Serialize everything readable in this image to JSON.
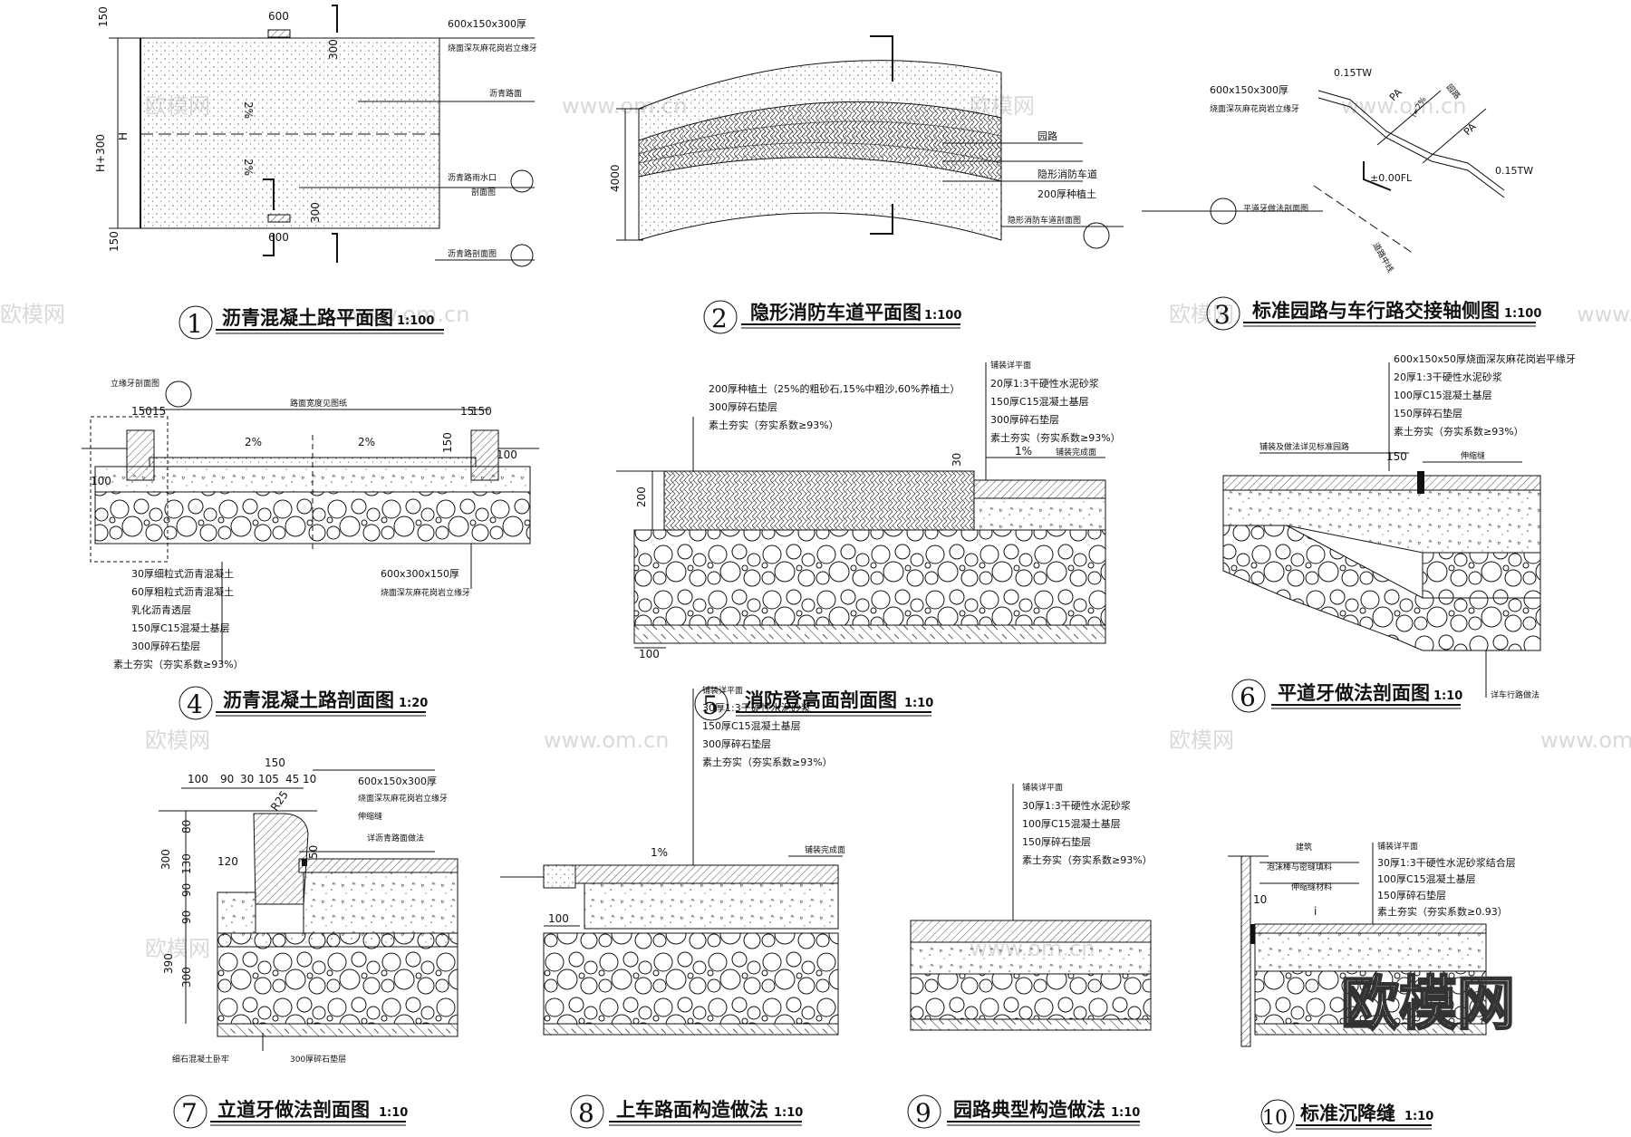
{
  "panels": [
    {
      "num": "1",
      "title": "沥青混凝土路平面图",
      "scale": "1:100",
      "labels": [
        "600x150x300厚",
        "烧面深灰麻花岗岩立缘牙",
        "沥青路面",
        "沥青路雨水口",
        "剖面图",
        "沥青路剖面图"
      ],
      "dims": [
        "150",
        "600",
        "300",
        "2%",
        "2%",
        "H+300",
        "H",
        "300",
        "600",
        "150"
      ]
    },
    {
      "num": "2",
      "title": "隐形消防车道平面图",
      "scale": "1:100",
      "labels": [
        "园路",
        "隐形消防车道",
        "200厚种植土",
        "隐形消防车道剖面图"
      ],
      "dims": [
        "4000"
      ]
    },
    {
      "num": "3",
      "title": "标准园路与车行路交接轴侧图",
      "scale": "1:100",
      "labels": [
        "600x150x300厚",
        "烧面深灰麻花岗岩立缘牙",
        "平道牙做法剖面图",
        "道路中线",
        "园路"
      ],
      "dims": [
        "0.15TW",
        "0.15TW",
        "±0.00FL",
        "i=2%",
        "PA",
        "PA"
      ]
    },
    {
      "num": "4",
      "title": "沥青混凝土路剖面图",
      "scale": "1:20",
      "labels": [
        "立缘牙剖面图",
        "路面宽度见图纸",
        "30厚细粒式沥青混凝土",
        "60厚粗粒式沥青混凝土",
        "乳化沥青透层",
        "150厚C15混凝土基层",
        "300厚碎石垫层",
        "素土夯实（夯实系数≥93%）",
        "600x300x150厚",
        "烧面深灰麻花岗岩立缘牙"
      ],
      "dims": [
        "150",
        "15",
        "2%",
        "2%",
        "15",
        "150",
        "150",
        "100",
        "100"
      ]
    },
    {
      "num": "5",
      "title": "消防登高面剖面图",
      "scale": "1:10",
      "labels": [
        "200厚种植土（25%的粗砂石,15%中粗沙,60%养植土）",
        "300厚碎石垫层",
        "素土夯实（夯实系数≥93%）",
        "铺装详平面",
        "20厚1:3干硬性水泥砂浆",
        "150厚C15混凝土基层",
        "300厚碎石垫层",
        "素土夯实（夯实系数≥93%）",
        "铺装完成面"
      ],
      "dims": [
        "200",
        "30",
        "1%",
        "100"
      ]
    },
    {
      "num": "6",
      "title": "平道牙做法剖面图",
      "scale": "1:10",
      "labels": [
        "600x150x50厚烧面深灰麻花岗岩平缘牙",
        "20厚1:3干硬性水泥砂浆",
        "100厚C15混凝土基层",
        "150厚碎石垫层",
        "素土夯实（夯实系数≥93%）",
        "铺装及做法详见标准园路",
        "伸缩缝",
        "详车行路做法"
      ],
      "dims": [
        "150"
      ]
    },
    {
      "num": "7",
      "title": "立道牙做法剖面图",
      "scale": "1:10",
      "labels": [
        "600x150x300厚",
        "烧面深灰麻花岗岩立缘牙",
        "伸缩缝",
        "详沥青路面做法",
        "细石混凝土卧牢",
        "300厚碎石垫层"
      ],
      "dims": [
        "150",
        "100",
        "90",
        "30",
        "105",
        "45",
        "10",
        "R25",
        "80",
        "130",
        "300",
        "120",
        "90",
        "90",
        "300",
        "390",
        "50"
      ]
    },
    {
      "num": "8",
      "title": "上车路面构造做法",
      "scale": "1:10",
      "labels": [
        "铺装详平面",
        "30厚1:3干硬性水泥砂浆",
        "150厚C15混凝土基层",
        "300厚碎石垫层",
        "素土夯实（夯实系数≥93%）",
        "铺装完成面"
      ],
      "dims": [
        "1%",
        "100"
      ]
    },
    {
      "num": "9",
      "title": "园路典型构造做法",
      "scale": "1:10",
      "labels": [
        "铺装详平面",
        "30厚1:3干硬性水泥砂浆",
        "100厚C15混凝土基层",
        "150厚碎石垫层",
        "素土夯实（夯实系数≥93%）"
      ],
      "dims": []
    },
    {
      "num": "10",
      "title": "标准沉降缝",
      "scale": "1:10",
      "labels": [
        "建筑",
        "泡沫棒与密缝填料",
        "伸缩缝材料",
        "铺装详平面",
        "30厚1:3干硬性水泥砂浆结合层",
        "100厚C15混凝土基层",
        "150厚碎石垫层",
        "素土夯实（夯实系数≥0.93）"
      ],
      "dims": [
        "10",
        "i"
      ]
    }
  ],
  "watermark": {
    "brand": "欧模网",
    "site": "www.om.cn"
  }
}
